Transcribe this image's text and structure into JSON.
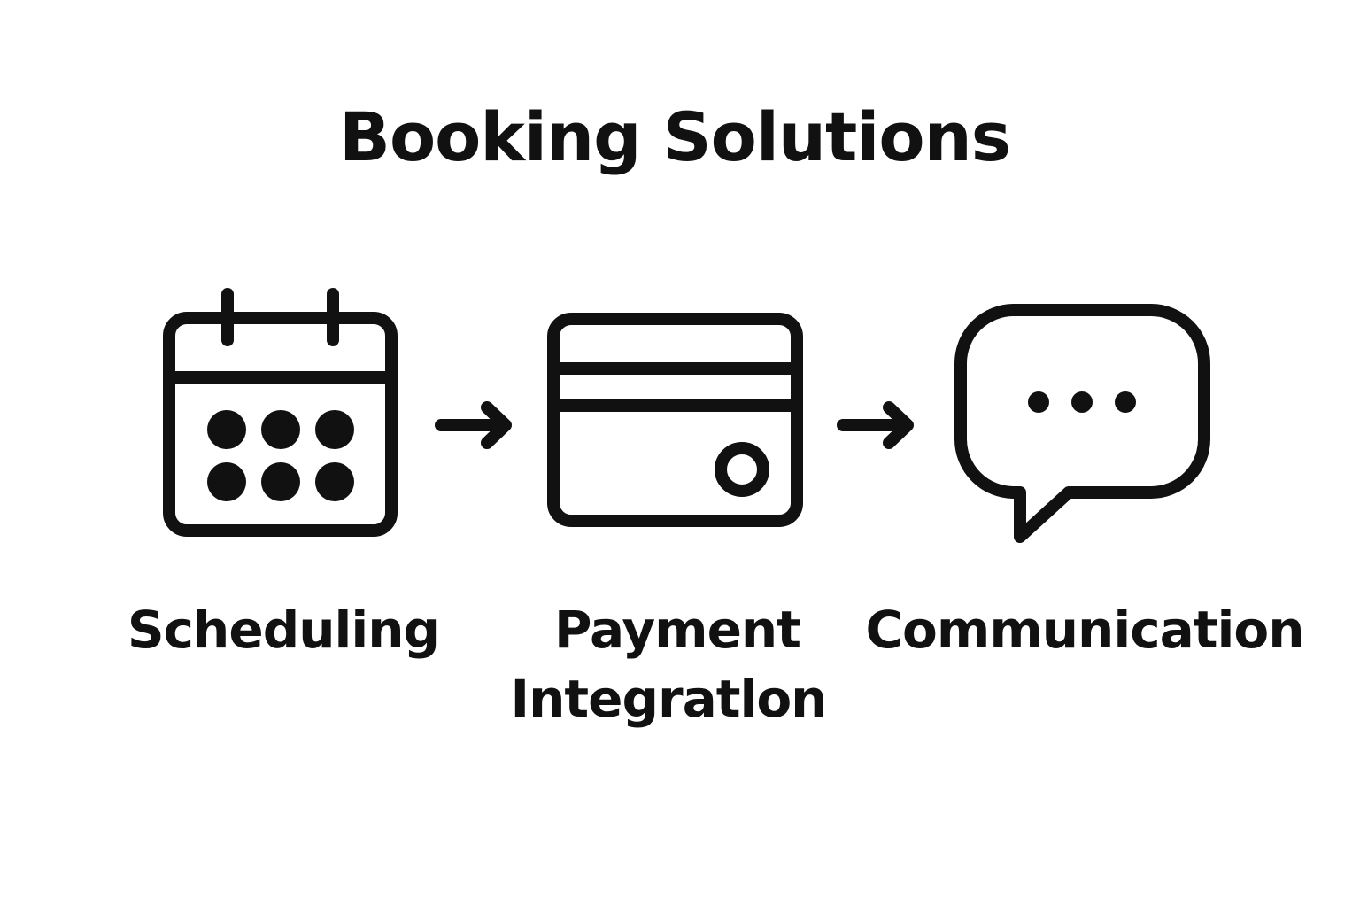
{
  "title": "Booking Solutions",
  "steps": [
    {
      "icon": "calendar-icon",
      "label": "Scheduling"
    },
    {
      "icon": "credit-card-icon",
      "label_line1": "Payment",
      "label_line2": "Integratlon"
    },
    {
      "icon": "speech-bubble-icon",
      "label": "Communication"
    }
  ],
  "colors": {
    "stroke": "#111111",
    "background": "#ffffff"
  }
}
